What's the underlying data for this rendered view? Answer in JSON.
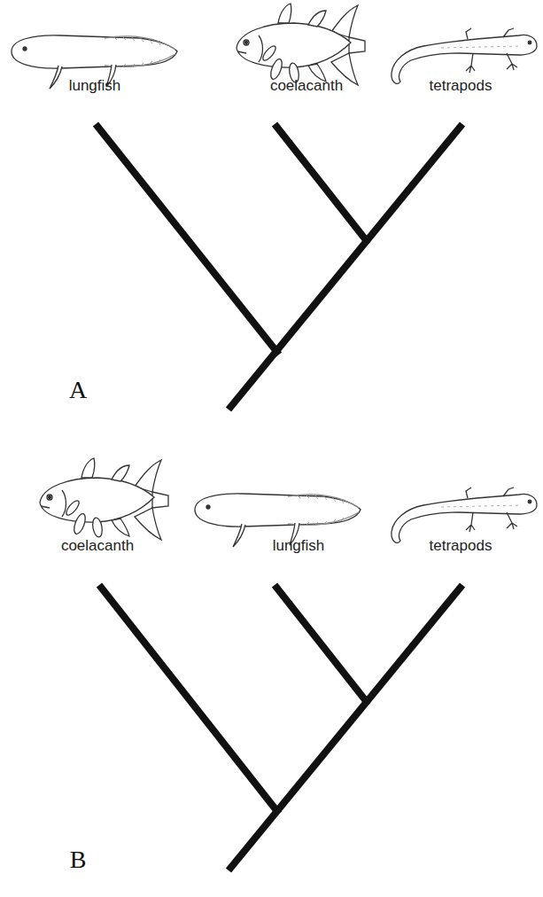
{
  "diagram": {
    "labels": [
      "lungfish",
      "coelacanth",
      "tetrapods",
      "A",
      "coelacanth",
      "lungfish",
      "tetrapods",
      "B"
    ]
  }
}
